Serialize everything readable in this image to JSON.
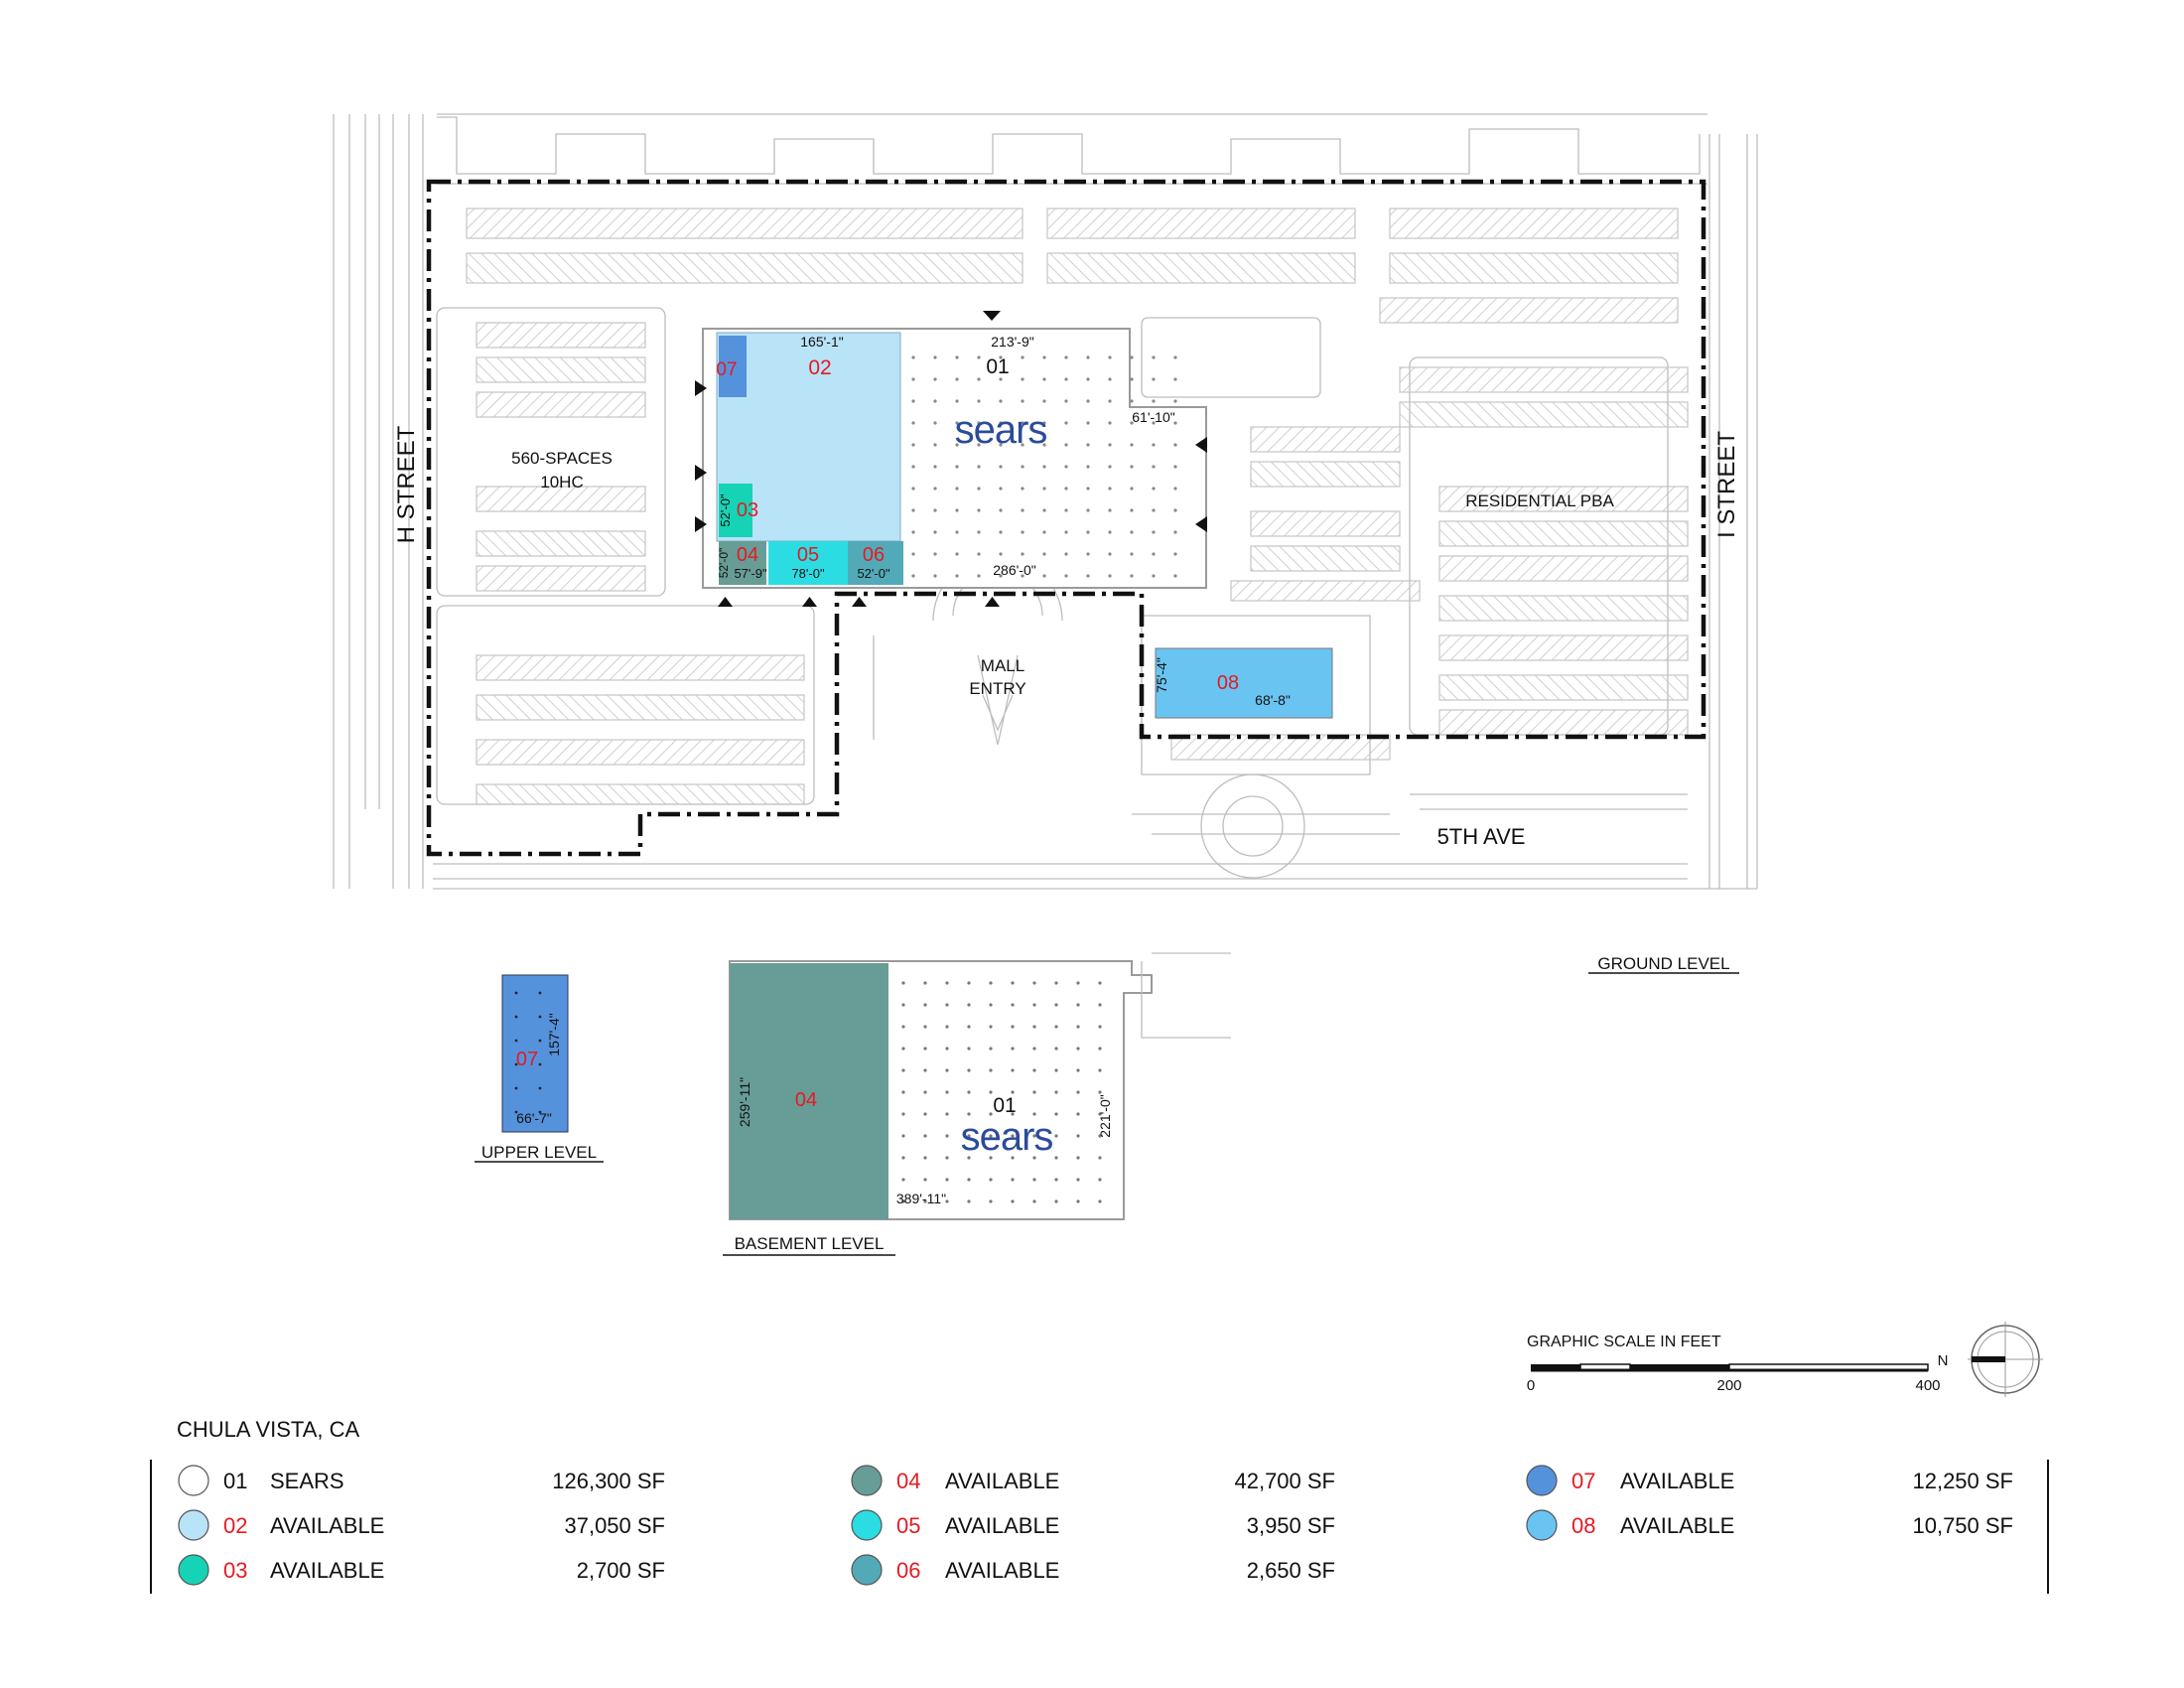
{
  "colors": {
    "sears": "#ffffff",
    "unit02": "#b9e3f7",
    "unit03": "#17d3b6",
    "unit04": "#679d96",
    "unit05": "#2bdde2",
    "unit06": "#52aab8",
    "unit07": "#5592dc",
    "unit08": "#6ac4f1",
    "red_text": "#e31b23",
    "sears_blue": "#2b4b9b",
    "line_gray": "#b8b8b8",
    "boundary": "#111111"
  },
  "site": {
    "streets": {
      "h_street": "H STREET",
      "i_street": "I STREET",
      "fifth_ave": "5TH AVE"
    },
    "parking_label": "560-SPACES",
    "parking_hc": "10HC",
    "residential_label": "RESIDENTIAL PBA",
    "mall_entry_1": "MALL",
    "mall_entry_2": "ENTRY"
  },
  "ground": {
    "title": "GROUND LEVEL",
    "sears_logo": "sears",
    "units": {
      "u01": "01",
      "u02": "02",
      "u03": "03",
      "u04": "04",
      "u05": "05",
      "u06": "06",
      "u07": "07",
      "u08": "08"
    },
    "dims": {
      "d1": "165'-1\"",
      "d2": "213'-9\"",
      "d3": "61'-10\"",
      "d4": "286'-0\"",
      "d5": "52'-0\"",
      "d6": "52'-0\"",
      "d7": "57'-9\"",
      "d8": "78'-0\"",
      "d9": "52'-0\"",
      "d10": "75'-4\"",
      "d11": "68'-8\""
    }
  },
  "upper": {
    "title": "UPPER LEVEL",
    "unit": "07",
    "dim_h": "157'-4\"",
    "dim_w": "66'-7\""
  },
  "basement": {
    "title": "BASEMENT LEVEL",
    "unit04": "04",
    "unit01": "01",
    "sears_logo": "sears",
    "dim_left": "259'-11\"",
    "dim_right": "221'-0\"",
    "dim_bottom": "389'-11\""
  },
  "scale": {
    "title": "GRAPHIC SCALE IN FEET",
    "t0": "0",
    "t200": "200",
    "t400": "400",
    "north": "N"
  },
  "location": "CHULA VISTA, CA",
  "legend": [
    {
      "code": "01",
      "name": "SEARS",
      "area": "126,300 SF",
      "color": "#ffffff",
      "red": false
    },
    {
      "code": "02",
      "name": "AVAILABLE",
      "area": "37,050 SF",
      "color": "#b9e3f7",
      "red": true
    },
    {
      "code": "03",
      "name": "AVAILABLE",
      "area": "2,700 SF",
      "color": "#17d3b6",
      "red": true
    },
    {
      "code": "04",
      "name": "AVAILABLE",
      "area": "42,700 SF",
      "color": "#679d96",
      "red": true
    },
    {
      "code": "05",
      "name": "AVAILABLE",
      "area": "3,950 SF",
      "color": "#2bdde2",
      "red": true
    },
    {
      "code": "06",
      "name": "AVAILABLE",
      "area": "2,650 SF",
      "color": "#52aab8",
      "red": true
    },
    {
      "code": "07",
      "name": "AVAILABLE",
      "area": "12,250 SF",
      "color": "#5592dc",
      "red": true
    },
    {
      "code": "08",
      "name": "AVAILABLE",
      "area": "10,750 SF",
      "color": "#6ac4f1",
      "red": true
    }
  ]
}
